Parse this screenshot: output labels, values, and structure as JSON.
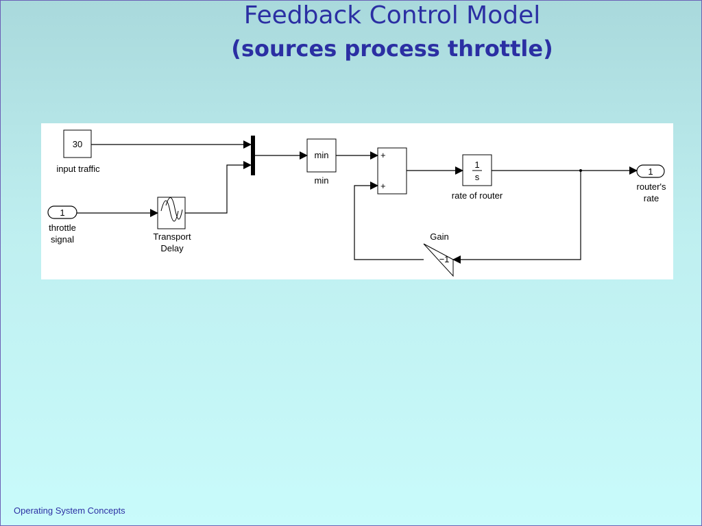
{
  "slide": {
    "title": "Feedback Control Model",
    "subtitle": "(sources process throttle)",
    "footer": "Operating System Concepts"
  },
  "diagram": {
    "input_traffic_value": "30",
    "input_traffic_label": "input traffic",
    "throttle_port_number": "1",
    "throttle_label_line1": "throttle",
    "throttle_label_line2": "signal",
    "transport_delay_line1": "Transport",
    "transport_delay_line2": "Delay",
    "min_block_text": "min",
    "min_block_label": "min",
    "sum_plus_top": "+",
    "sum_plus_bottom": "+",
    "integrator_numerator": "1",
    "integrator_denominator": "s",
    "integrator_label": "rate of router",
    "output_port_number": "1",
    "output_label_line1": "router's",
    "output_label_line2": "rate",
    "gain_label": "Gain",
    "gain_value": "−1"
  }
}
